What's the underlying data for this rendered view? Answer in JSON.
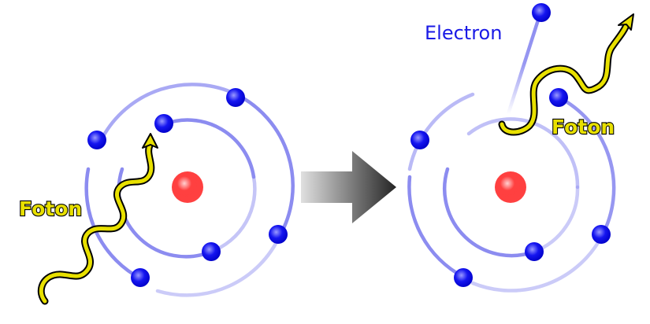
{
  "labels": {
    "photon_left": "Foton",
    "photon_right": "Foton",
    "electron": "Electron"
  },
  "colors": {
    "nucleus": "#ff2222",
    "electron": "#1010ee",
    "orbit": "#8c8cf0",
    "photon_fill": "#e8e000",
    "photon_outline": "#000000",
    "arrow_light": "#d8d8d8",
    "arrow_dark": "#2a2a2a",
    "electron_label": "#1a1ae6"
  },
  "icons": {
    "nucleus": "red-sphere",
    "electron": "blue-sphere",
    "photon": "wavy-arrow",
    "transition": "gradient-right-arrow"
  }
}
